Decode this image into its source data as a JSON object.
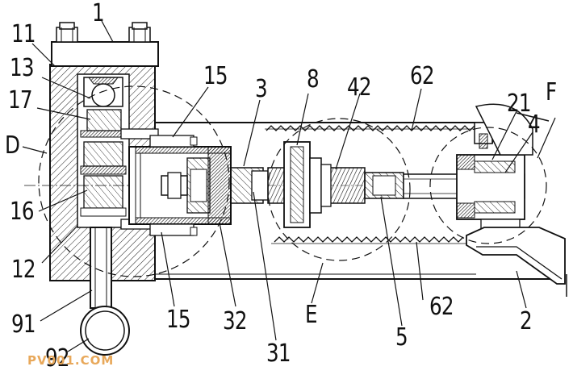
{
  "drawing": {
    "labels": {
      "l1": "1",
      "l11": "11",
      "l13": "13",
      "l17": "17",
      "lD": "D",
      "l16": "16",
      "l12": "12",
      "l91": "91",
      "l92": "92",
      "l15a": "15",
      "l15b": "15",
      "l3": "3",
      "l32": "32",
      "l31": "31",
      "l8": "8",
      "l42": "42",
      "l62a": "62",
      "l62b": "62",
      "lE": "E",
      "l5": "5",
      "l21": "21",
      "l4": "4",
      "lF": "F",
      "l2": "2"
    },
    "watermark": "PV001.COM",
    "colors": {
      "line": "#111111",
      "hatch": "#222222",
      "background": "#ffffff",
      "watermark": "#e8a85a"
    }
  }
}
